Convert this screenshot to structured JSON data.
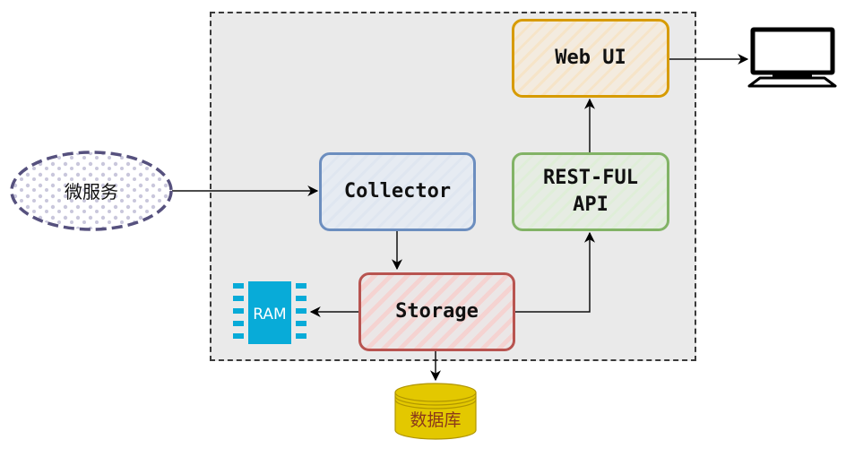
{
  "diagram": {
    "boundary": {
      "style": "dashed",
      "fill": "#eaeaea"
    },
    "nodes": {
      "microservice": {
        "label": "微服务",
        "shape": "ellipse",
        "stroke": "#56517e",
        "fill": "#d0cee2"
      },
      "webui": {
        "label": "Web UI",
        "stroke": "#d79b00",
        "fill": "#ffe6cc"
      },
      "collector": {
        "label": "Collector",
        "stroke": "#6c8ebf",
        "fill": "#dae8fc"
      },
      "restful": {
        "label": "REST-FUL\nAPI",
        "stroke": "#82b366",
        "fill": "#d5e8d4"
      },
      "storage": {
        "label": "Storage",
        "stroke": "#b85450",
        "fill": "#f8cecc"
      },
      "ram": {
        "label": "RAM",
        "icon": "ram-chip-icon",
        "color": "#08abd8"
      },
      "database": {
        "label": "数据库",
        "shape": "cylinder",
        "fill": "#e3c800",
        "stroke": "#b09500",
        "text_color": "#8b3a1a"
      },
      "monitor": {
        "icon": "monitor-icon"
      }
    },
    "edges": [
      {
        "from": "microservice",
        "to": "collector"
      },
      {
        "from": "collector",
        "to": "storage"
      },
      {
        "from": "storage",
        "to": "ram"
      },
      {
        "from": "storage",
        "to": "restful"
      },
      {
        "from": "storage",
        "to": "database"
      },
      {
        "from": "restful",
        "to": "webui"
      },
      {
        "from": "webui",
        "to": "monitor"
      }
    ]
  }
}
